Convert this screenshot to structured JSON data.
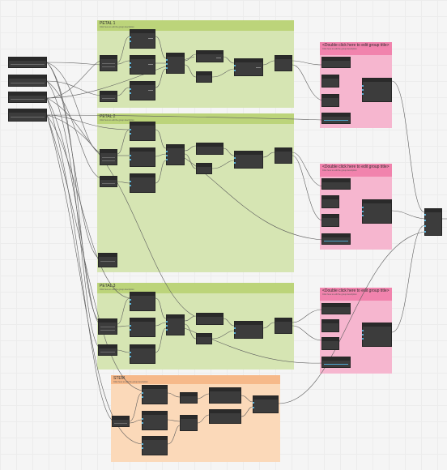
{
  "groups": {
    "petal1": {
      "title": "PETAL 1",
      "subtitle": "Click here to edit the group description"
    },
    "petal2": {
      "title": "PETAL 2",
      "subtitle": "Click here to edit the group description"
    },
    "petal3": {
      "title": "PETAL 3",
      "subtitle": "Click here to edit the group description"
    },
    "stem": {
      "title": "STEM",
      "subtitle": "Click here to edit the group description"
    },
    "pink1": {
      "title": "<Double click here to edit group title>",
      "subtitle": "Click here to edit the group description"
    },
    "pink2": {
      "title": "<Double click here to edit group title>",
      "subtitle": "Click here to edit the group description"
    },
    "pink3": {
      "title": "<Double click here to edit group title>",
      "subtitle": "Click here to edit the group description"
    }
  },
  "colors": {
    "petal_group": "#d6e5b3",
    "petal_header": "#bcd47a",
    "pink_group": "#f6b6cf",
    "pink_header": "#f183ad",
    "stem_group": "#fbd9b9",
    "stem_header": "#f6b98a",
    "node_body": "#3c3c3c",
    "wire": "#5e5e5e"
  }
}
